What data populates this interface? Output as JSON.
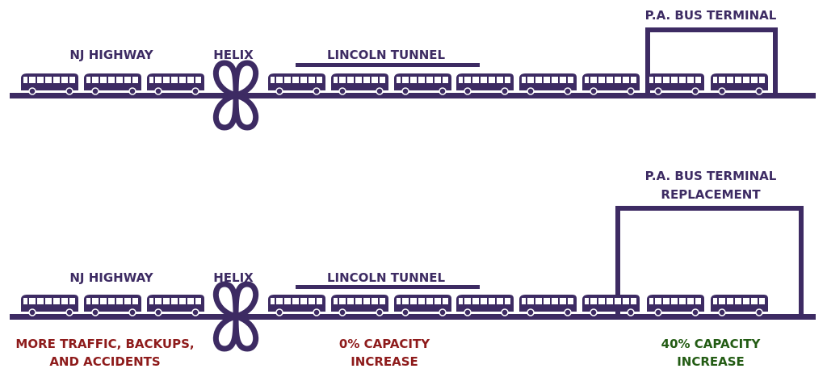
{
  "colors": {
    "primary": "#3d2b63",
    "negative": "#8e1b1b",
    "positive": "#235c14"
  },
  "current": {
    "labels": {
      "highway": "NJ HIGHWAY",
      "helix": "HELIX",
      "tunnel": "LINCOLN TUNNEL",
      "terminal": "P.A. BUS TERMINAL"
    },
    "bus_count": 11
  },
  "future": {
    "labels": {
      "highway": "NJ HIGHWAY",
      "helix": "HELIX",
      "tunnel": "LINCOLN TUNNEL",
      "terminal_line1": "P.A. BUS TERMINAL",
      "terminal_line2": "REPLACEMENT"
    },
    "bus_count": 11,
    "outcomes": {
      "highway_line1": "MORE TRAFFIC, BACKUPS,",
      "highway_line2": "AND ACCIDENTS",
      "tunnel_line1": "0% CAPACITY",
      "tunnel_line2": "INCREASE",
      "terminal_line1": "40% CAPACITY",
      "terminal_line2": "INCREASE"
    }
  }
}
